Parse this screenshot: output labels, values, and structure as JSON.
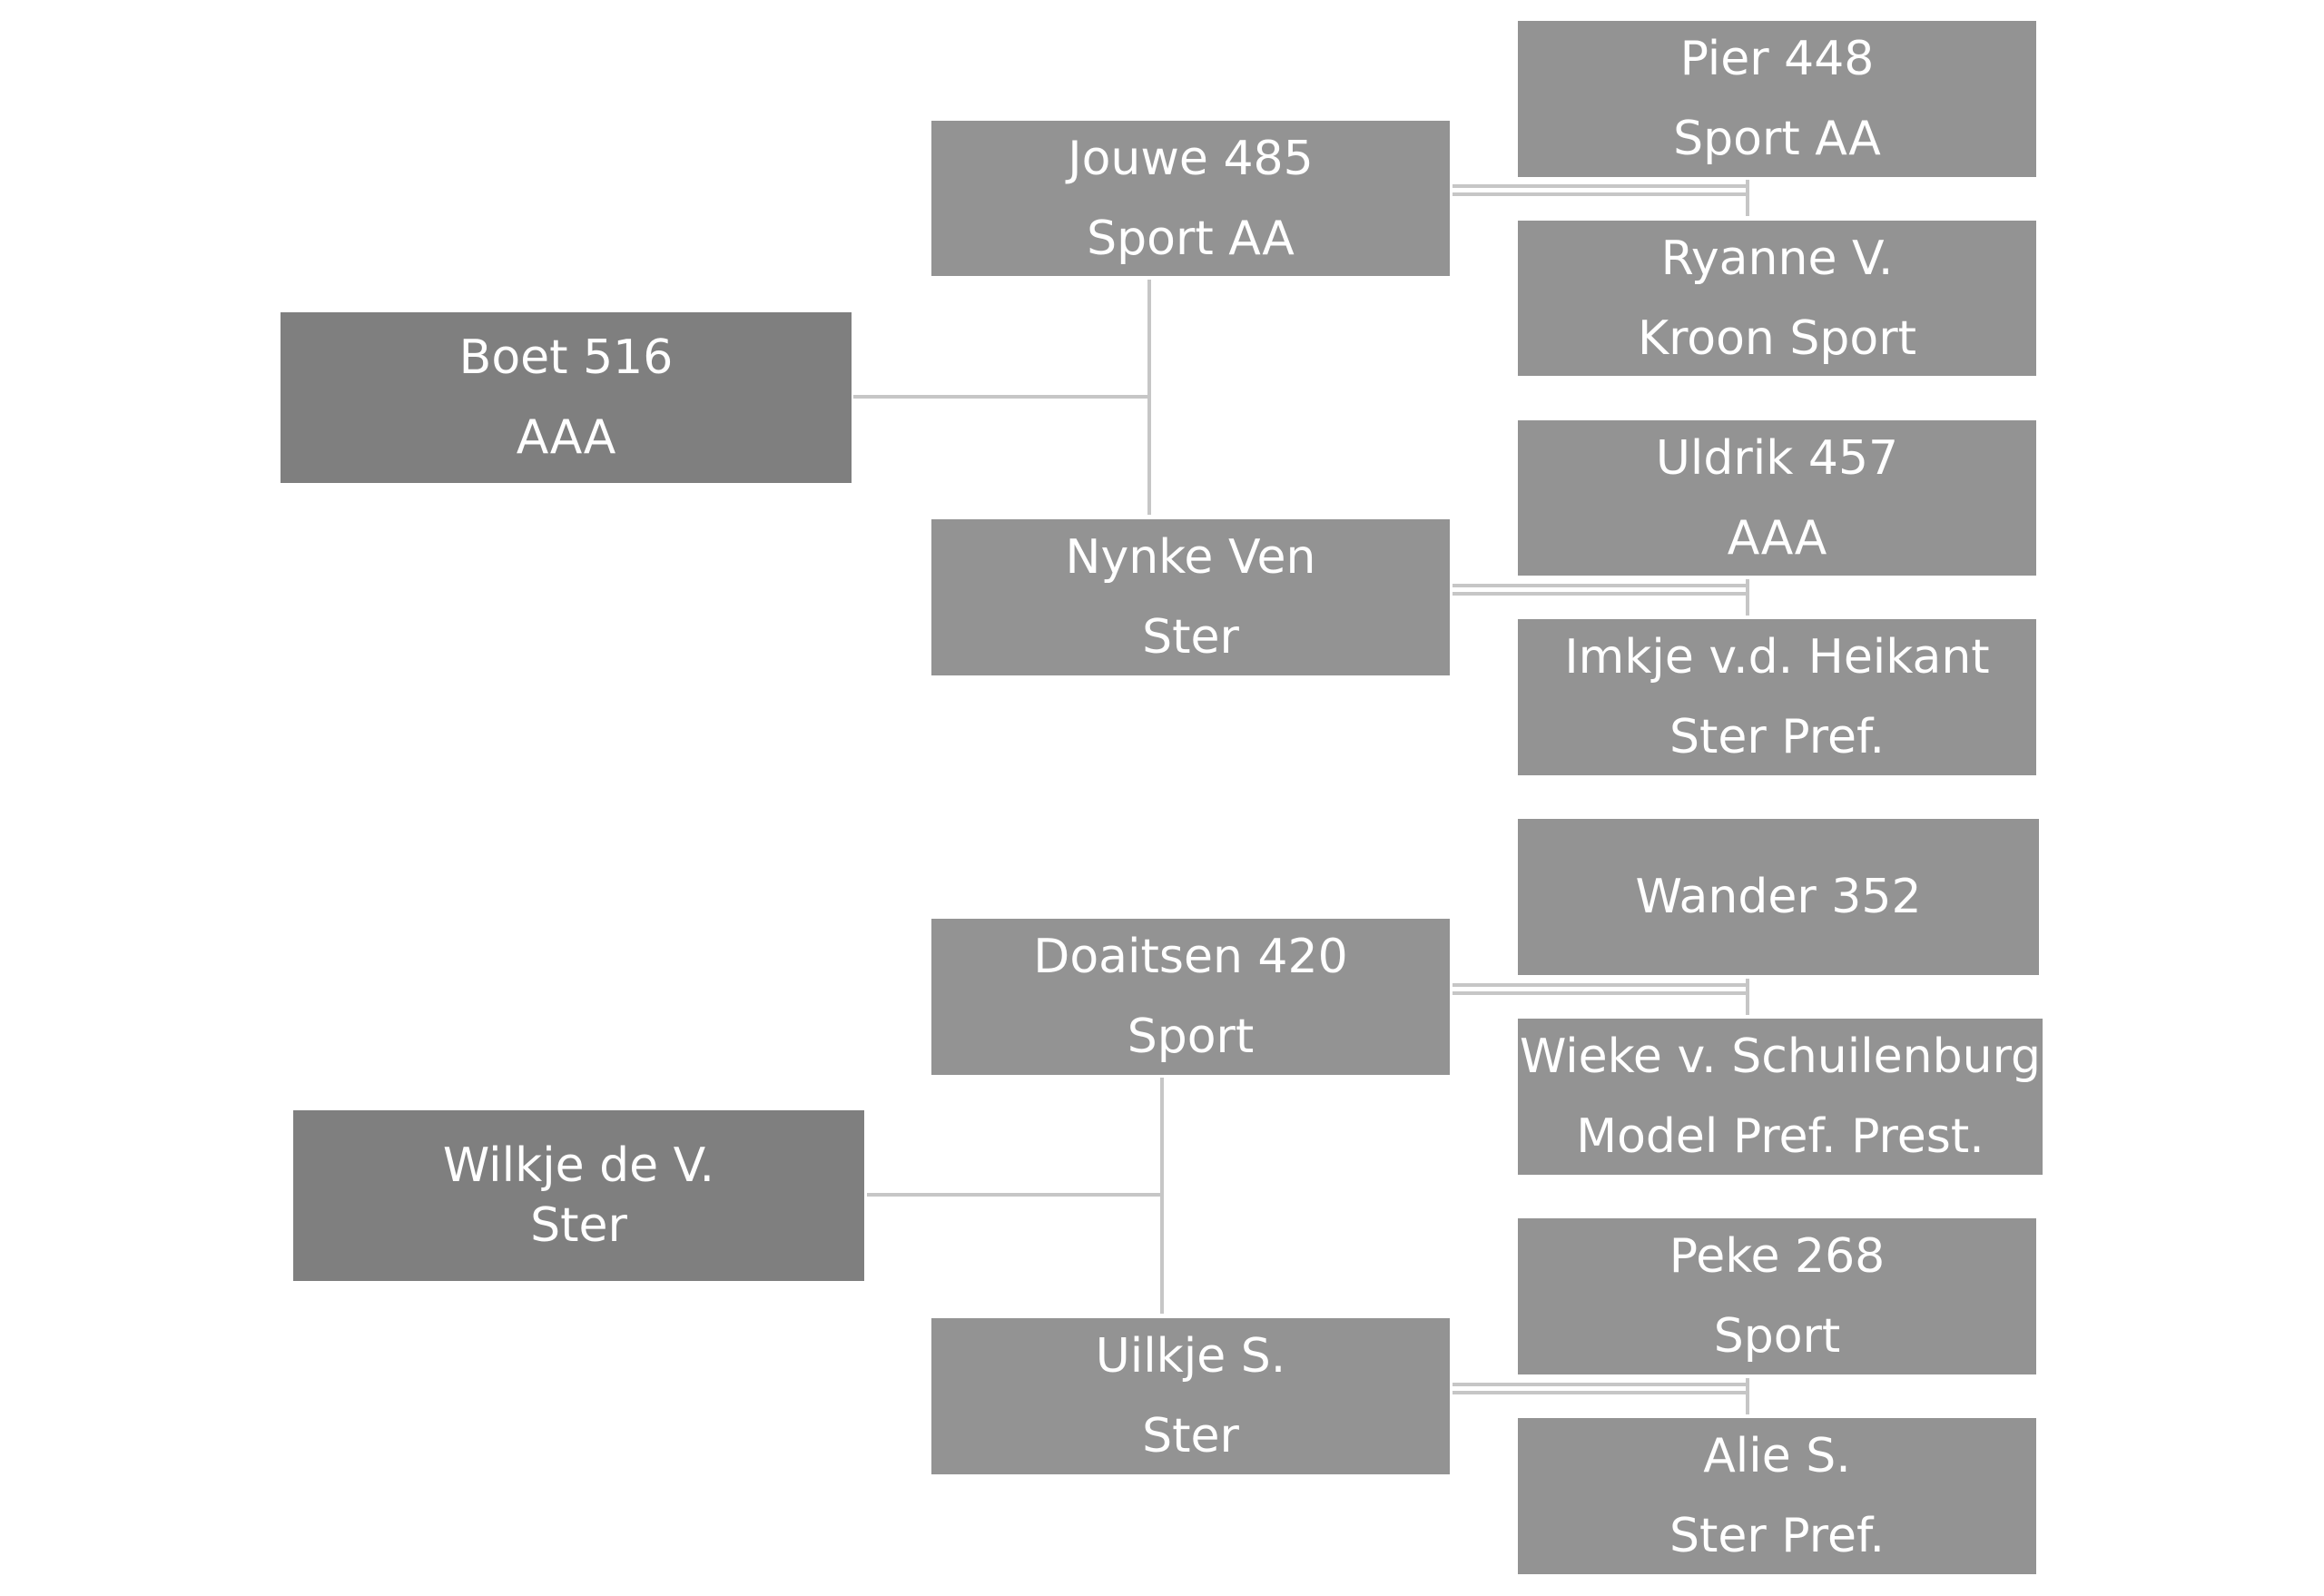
{
  "pedigrees": [
    {
      "horse": {
        "name": "Boet 516",
        "predicate": "AAA"
      },
      "sire": {
        "name": "Jouwe 485",
        "predicate": "Sport AA"
      },
      "dam": {
        "name": "Nynke Ven",
        "predicate": "Ster"
      },
      "sire_sire": {
        "name": "Pier 448",
        "predicate": "Sport AA"
      },
      "sire_dam": {
        "name": "Ryanne V.",
        "predicate": "Kroon Sport"
      },
      "dam_sire": {
        "name": "Uldrik 457",
        "predicate": "AAA"
      },
      "dam_dam": {
        "name": "Imkje v.d. Heikant",
        "predicate": "Ster Pref."
      }
    },
    {
      "horse": {
        "name": "Wilkje de V.",
        "predicate": "Ster"
      },
      "sire": {
        "name": "Doaitsen 420",
        "predicate": "Sport"
      },
      "dam": {
        "name": "Uilkje S.",
        "predicate": "Ster"
      },
      "sire_sire": {
        "name": "Wander 352",
        "predicate": ""
      },
      "sire_dam": {
        "name": "Wieke v. Schuilenburg",
        "predicate": "Model Pref. Prest."
      },
      "dam_sire": {
        "name": "Peke 268",
        "predicate": "Sport"
      },
      "dam_dam": {
        "name": "Alie S.",
        "predicate": "Ster Pref."
      }
    }
  ],
  "colors": {
    "generation1_box": "#7f7f7f",
    "generation2_box": "#939393",
    "generation3_box": "#939393",
    "connector": "#c6c6c6",
    "text": "#ffffff"
  }
}
